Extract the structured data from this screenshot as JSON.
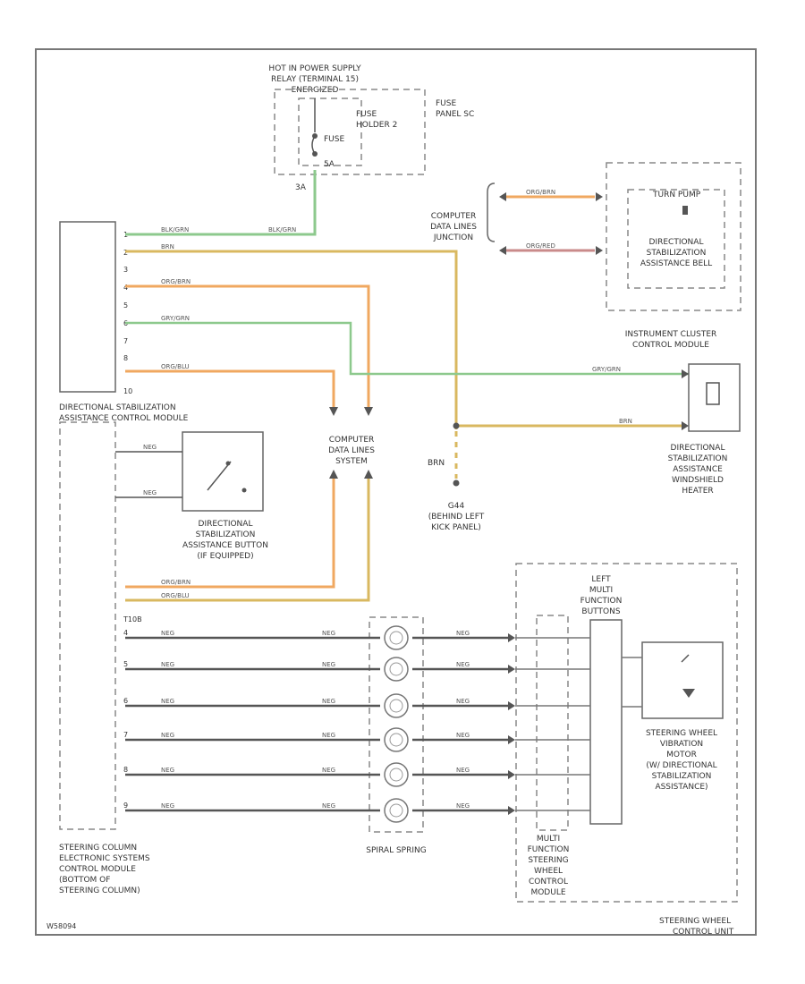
{
  "labels": {
    "hot_in_supply": [
      "HOT IN POWER SUPPLY",
      "RELAY (TERMINAL 15)",
      "ENERGIZED"
    ],
    "fuse_panel": [
      "FUSE",
      "PANEL SC"
    ],
    "fuse_holder": [
      "FUSE",
      "HOLDER 2"
    ],
    "fuse": "FUSE",
    "fuse_amp": "5A",
    "fuse_pin": "3A",
    "comp_data_junction_top": [
      "COMPUTER",
      "DATA LINES",
      "JUNCTION"
    ],
    "turn_pump": "TURN PUMP",
    "dsa_bell": [
      "DIRECTIONAL",
      "STABILIZATION",
      "ASSISTANCE BELL"
    ],
    "instrument_cluster": [
      "INSTRUMENT CLUSTER",
      "CONTROL MODULE"
    ],
    "dsa_control_module": [
      "DIRECTIONAL STABILIZATION",
      "ASSISTANCE CONTROL MODULE"
    ],
    "dsa_button": [
      "DIRECTIONAL",
      "STABILIZATION",
      "ASSISTANCE BUTTON",
      "(IF EQUIPPED)"
    ],
    "comp_data_junction_mid": [
      "COMPUTER",
      "DATA LINES",
      "SYSTEM"
    ],
    "ground_brn": "BRN",
    "ground_id": [
      "G44",
      "(BEHIND LEFT",
      "KICK PANEL)"
    ],
    "windshield_heater": [
      "DIRECTIONAL",
      "STABILIZATION",
      "ASSISTANCE",
      "WINDSHIELD",
      "HEATER"
    ],
    "left_mf_buttons": [
      "LEFT",
      "MULTI",
      "FUNCTION",
      "BUTTONS"
    ],
    "connector_t10b": "T10B",
    "vibration_motor": [
      "STEERING WHEEL",
      "VIBRATION",
      "MOTOR",
      "(W/ DIRECTIONAL",
      "STABILIZATION",
      "ASSISTANCE)"
    ],
    "steering_column_module": [
      "STEERING COLUMN",
      "ELECTRONIC SYSTEMS",
      "CONTROL MODULE",
      "(BOTTOM OF",
      "STEERING COLUMN)"
    ],
    "spiral_spring": "SPIRAL SPRING",
    "mf_steering_module": [
      "MULTI",
      "FUNCTION",
      "STEERING",
      "WHEEL",
      "CONTROL",
      "MODULE"
    ],
    "steering_wheel_unit": [
      "STEERING WHEEL",
      "CONTROL UNIT"
    ],
    "figure_code": "W58094"
  },
  "module_pins": [
    "1",
    "2",
    "3",
    "4",
    "5",
    "6",
    "7",
    "8",
    "10"
  ],
  "wire_colors": {
    "blk_grn": "BLK/GRN",
    "brn": "BRN",
    "org_brn": "ORG/BRN",
    "org_blu": "ORG/BLU",
    "gry_grn": "GRY/GRN",
    "org_red": "ORG/RED",
    "neg": "NEG",
    "cable_pins": [
      "4",
      "5",
      "6",
      "7",
      "8",
      "9"
    ],
    "cable_wire": "NEG"
  },
  "colors": {
    "green": "#8dc98d",
    "orange": "#f0a860",
    "tan": "#d9b860",
    "darkred": "#c98a8a",
    "dark": "#555555"
  }
}
